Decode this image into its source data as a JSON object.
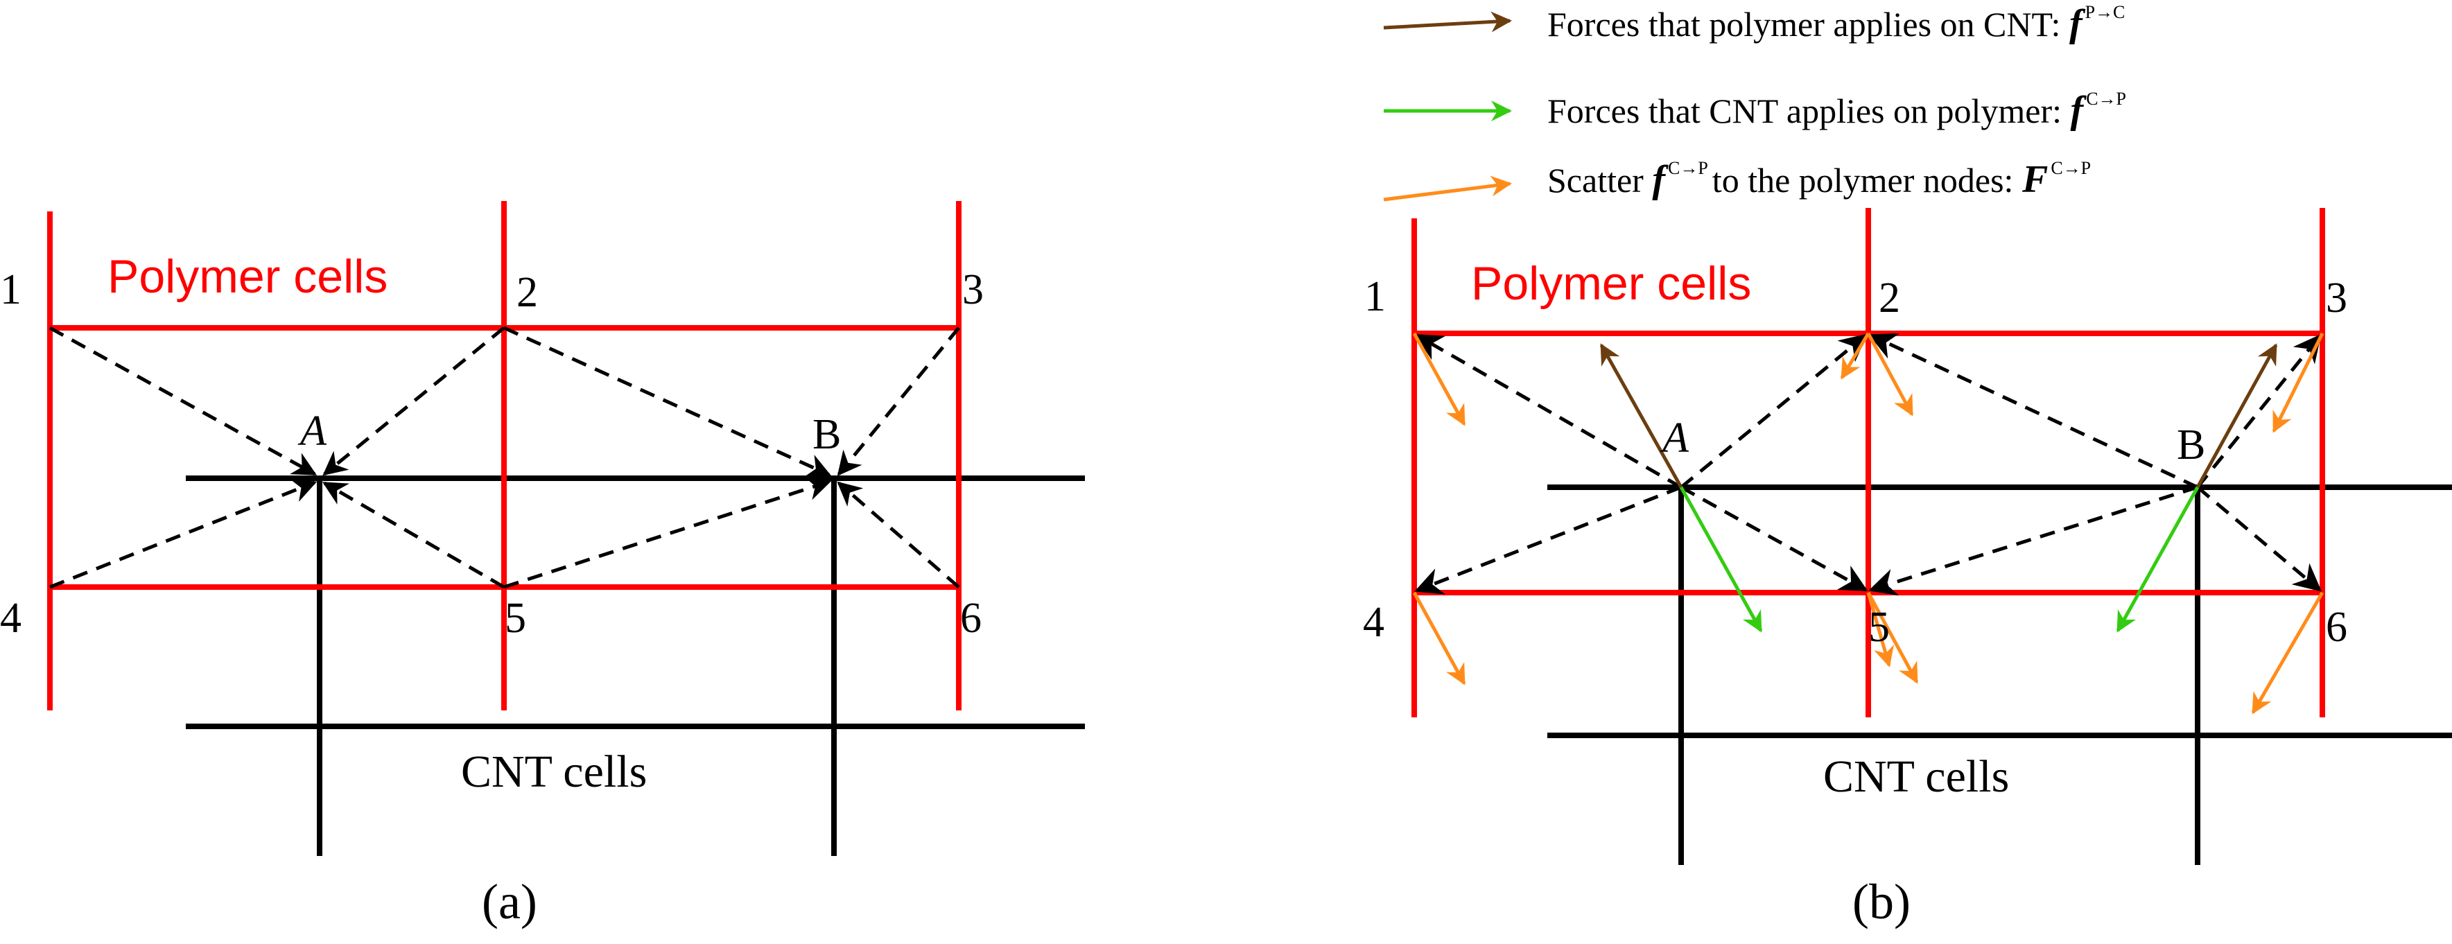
{
  "colors": {
    "polymer_grid": "#ff0000",
    "cnt_grid": "#000000",
    "force_p_on_c": "#6b3e10",
    "force_c_on_p": "#33cc11",
    "scatter": "#ff8c1a",
    "dashed": "#000000"
  },
  "panel_a": {
    "polymer_label": "Polymer cells",
    "cnt_label": "CNT cells",
    "caption": "(a)",
    "nodes": [
      "1",
      "2",
      "3",
      "4",
      "5",
      "6"
    ],
    "point_a": "A",
    "point_b": "B"
  },
  "panel_b": {
    "polymer_label": "Polymer cells",
    "cnt_label": "CNT cells",
    "caption": "(b)",
    "nodes": [
      "1",
      "2",
      "3",
      "4",
      "5",
      "6"
    ],
    "point_a": "A",
    "point_b": "B"
  },
  "legend": {
    "item1": {
      "text": "Forces that polymer applies on CNT: ",
      "symbol": "f",
      "superscript": "P→C"
    },
    "item2": {
      "text": "Forces that CNT applies on polymer: ",
      "symbol": "f",
      "superscript": "C→P"
    },
    "item3": {
      "text_before": "Scatter ",
      "symbol": "f",
      "superscript": "C→P",
      "text_after": "to the polymer nodes: ",
      "symbol2": "F",
      "superscript2": "C→P"
    }
  }
}
